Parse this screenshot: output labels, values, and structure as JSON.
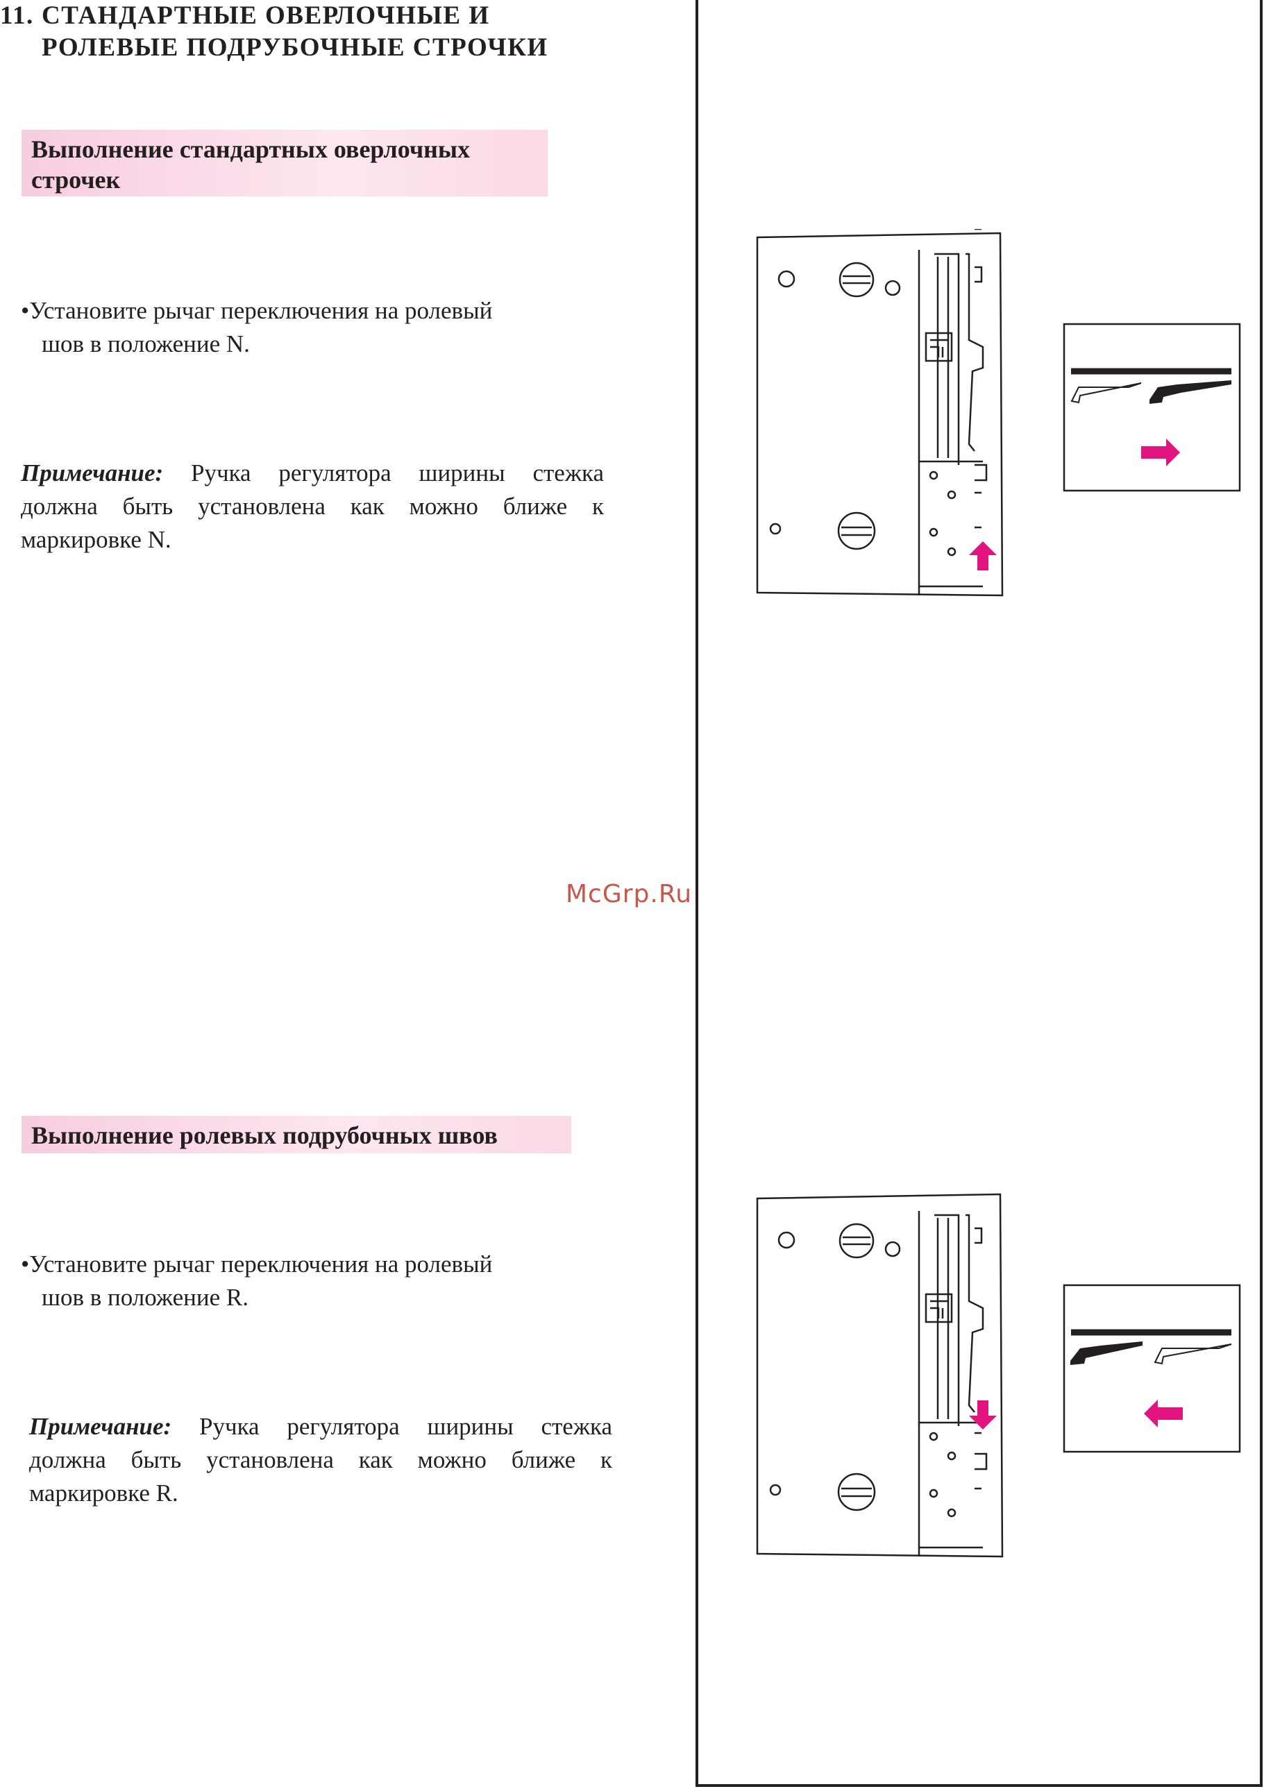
{
  "heading": {
    "number": "11.",
    "line1": "СТАНДАРТНЫЕ  ОВЕРЛОЧНЫЕ  И",
    "line2": "РОЛЕВЫЕ  ПОДРУБОЧНЫЕ  СТРОЧКИ"
  },
  "section1": {
    "band_line1": "Выполнение стандартных оверлочных",
    "band_line2": "строчек",
    "bullet_line1": "Установите рычаг переключения на ролевый",
    "bullet_line2": "шов в положение N.",
    "note_label": "Примечание:",
    "note_line1": "Ручка регулятора ширины стежка",
    "note_line2": "должна  быть  установлена  как  можно ближе к",
    "note_line3": "маркировке N."
  },
  "section2": {
    "band": "Выполнение ролевых подрубочных швов",
    "bullet_line1": "Установите рычаг переключения на ролевый",
    "bullet_line2": "шов в положение R.",
    "note_label": "Примечание:",
    "note_line1": "Ручка регулятора ширины стежка",
    "note_line2": "должна  быть  установлена  как  можно ближе к",
    "note_line3": "маркировке R."
  },
  "watermark": "McGrp.Ru",
  "colors": {
    "accent": "#e2147f",
    "band": "#f9d3e3",
    "ink": "#231f20"
  },
  "icons": {
    "bullet": "bullet-dot-icon",
    "arrow": "arrow-icon"
  }
}
